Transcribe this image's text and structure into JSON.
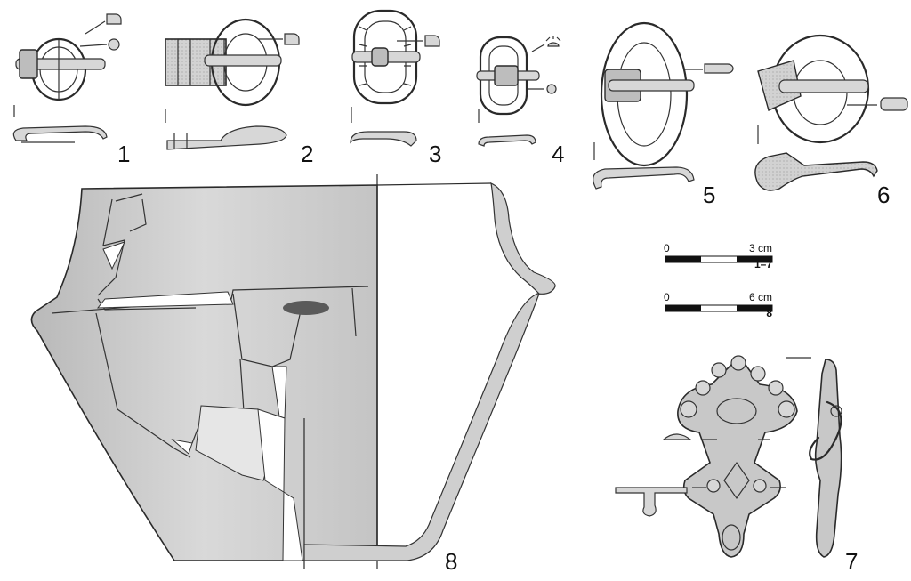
{
  "plate": {
    "figure_numbers": [
      "1",
      "2",
      "3",
      "4",
      "5",
      "6",
      "7",
      "8"
    ]
  },
  "scales": [
    {
      "start": "0",
      "end": "3 cm",
      "applies_to": "1–7"
    },
    {
      "start": "0",
      "end": "6 cm",
      "applies_to": "8"
    }
  ],
  "colors": {
    "ink": "#2a2a2a",
    "section_fill": "#cfcfcf",
    "shading": "#d7d7d7",
    "background": "#ffffff"
  }
}
